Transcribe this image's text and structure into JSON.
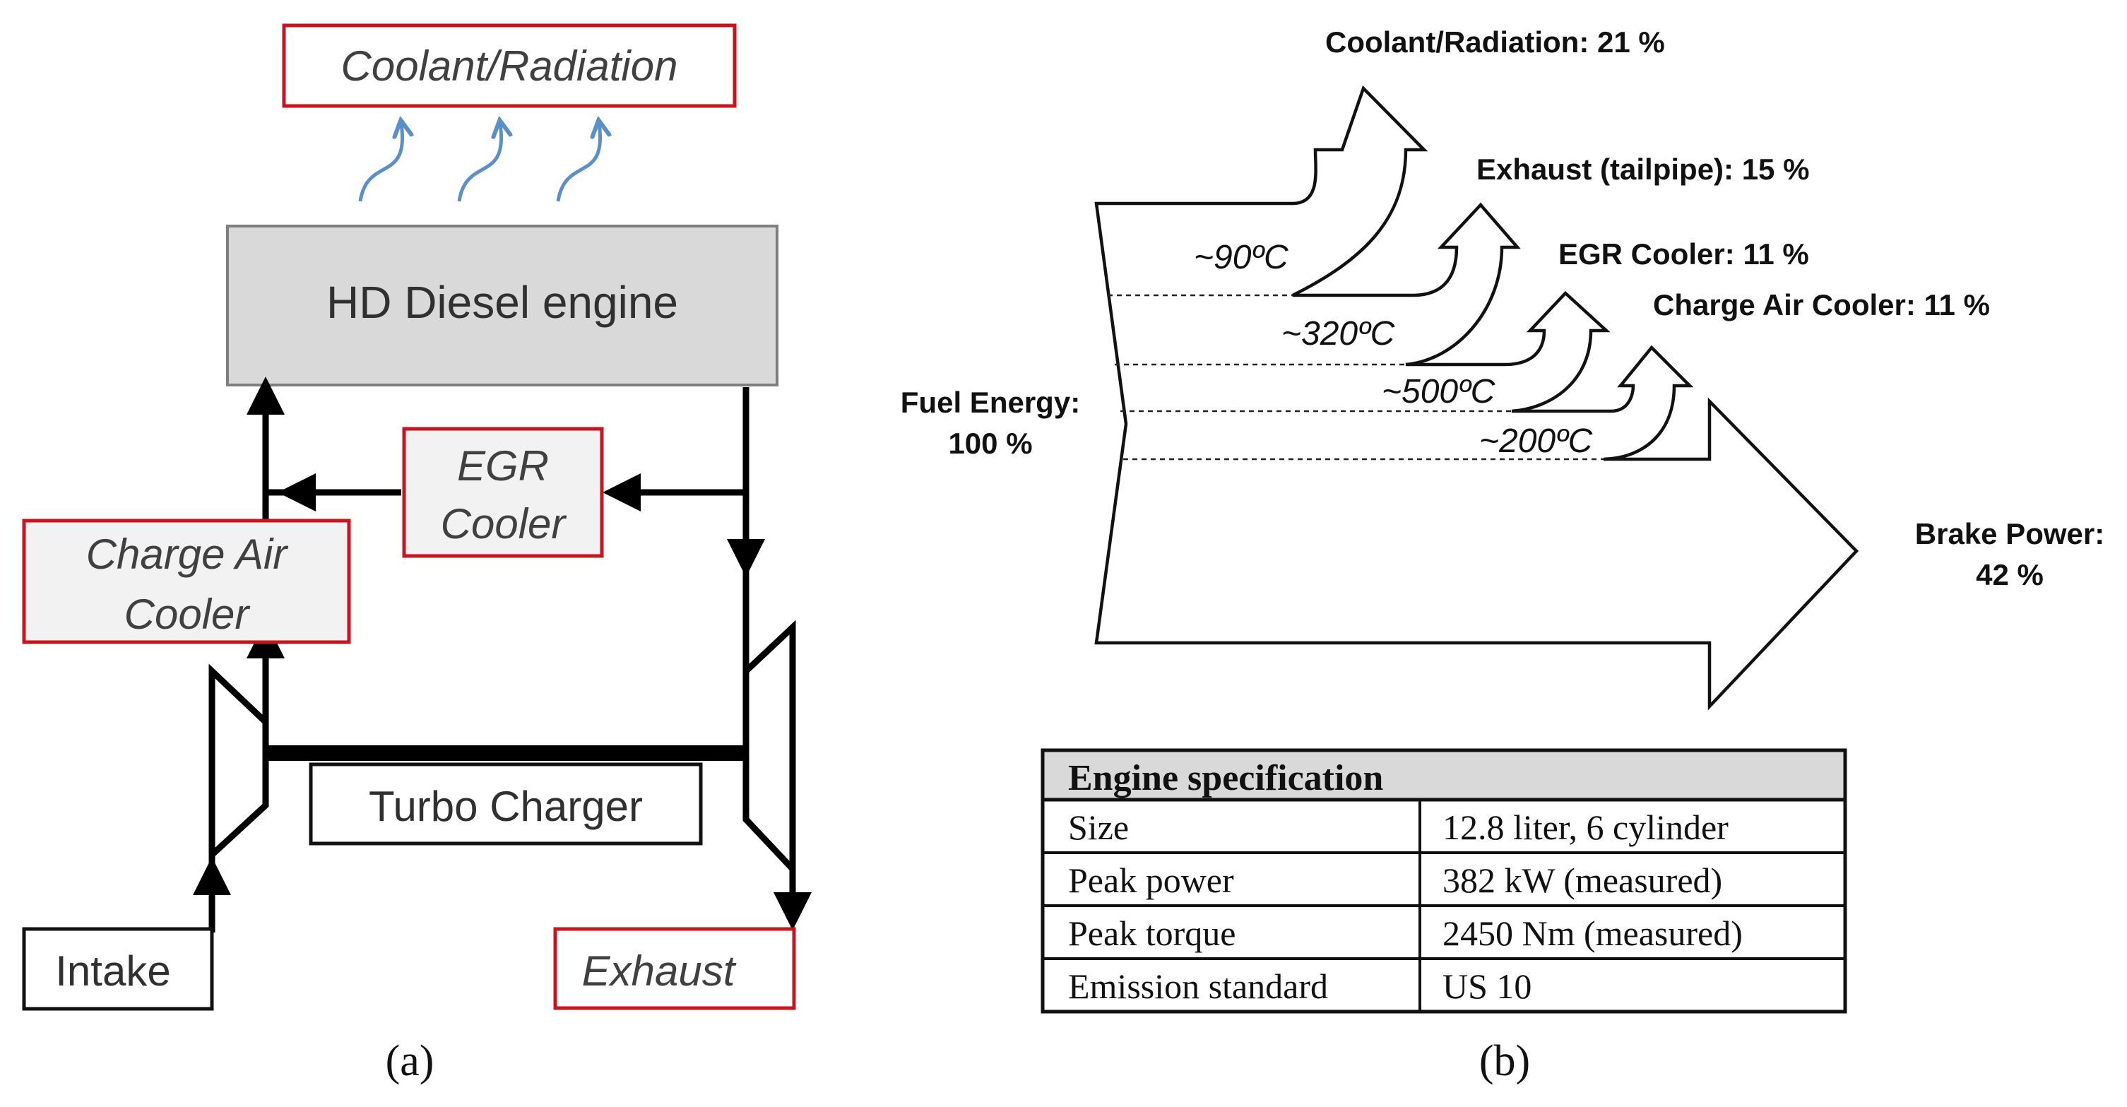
{
  "panel_a": {
    "caption": "(a)",
    "coolant_label": "Coolant/Radiation",
    "engine_label": "HD Diesel engine",
    "egr_line1": "EGR",
    "egr_line2": "Cooler",
    "cac_line1": "Charge Air",
    "cac_line2": "Cooler",
    "turbo_label": "Turbo Charger",
    "intake_label": "Intake",
    "exhaust_label": "Exhaust",
    "colors": {
      "red_box": "#c8141e",
      "heat_arrow": "#5b8fc7",
      "engine_fill": "#d9d9d9"
    }
  },
  "panel_b": {
    "caption": "(b)",
    "fuel_line1": "Fuel Energy:",
    "fuel_line2": "100 %",
    "coolant": "Coolant/Radiation: 21 %",
    "exhaust": "Exhaust (tailpipe): 15 %",
    "egr": "EGR Cooler: 11 %",
    "cac": "Charge Air Cooler: 11 %",
    "brake_line1": "Brake Power:",
    "brake_line2": "42 %",
    "t1": "~90ºC",
    "t2": "~320ºC",
    "t3": "~500ºC",
    "t4": "~200ºC"
  },
  "spec_table": {
    "title": "Engine specification",
    "rows": [
      [
        "Size",
        "12.8 liter, 6 cylinder"
      ],
      [
        "Peak power",
        "382 kW (measured)"
      ],
      [
        "Peak torque",
        "2450 Nm (measured)"
      ],
      [
        "Emission standard",
        "US 10"
      ]
    ]
  }
}
